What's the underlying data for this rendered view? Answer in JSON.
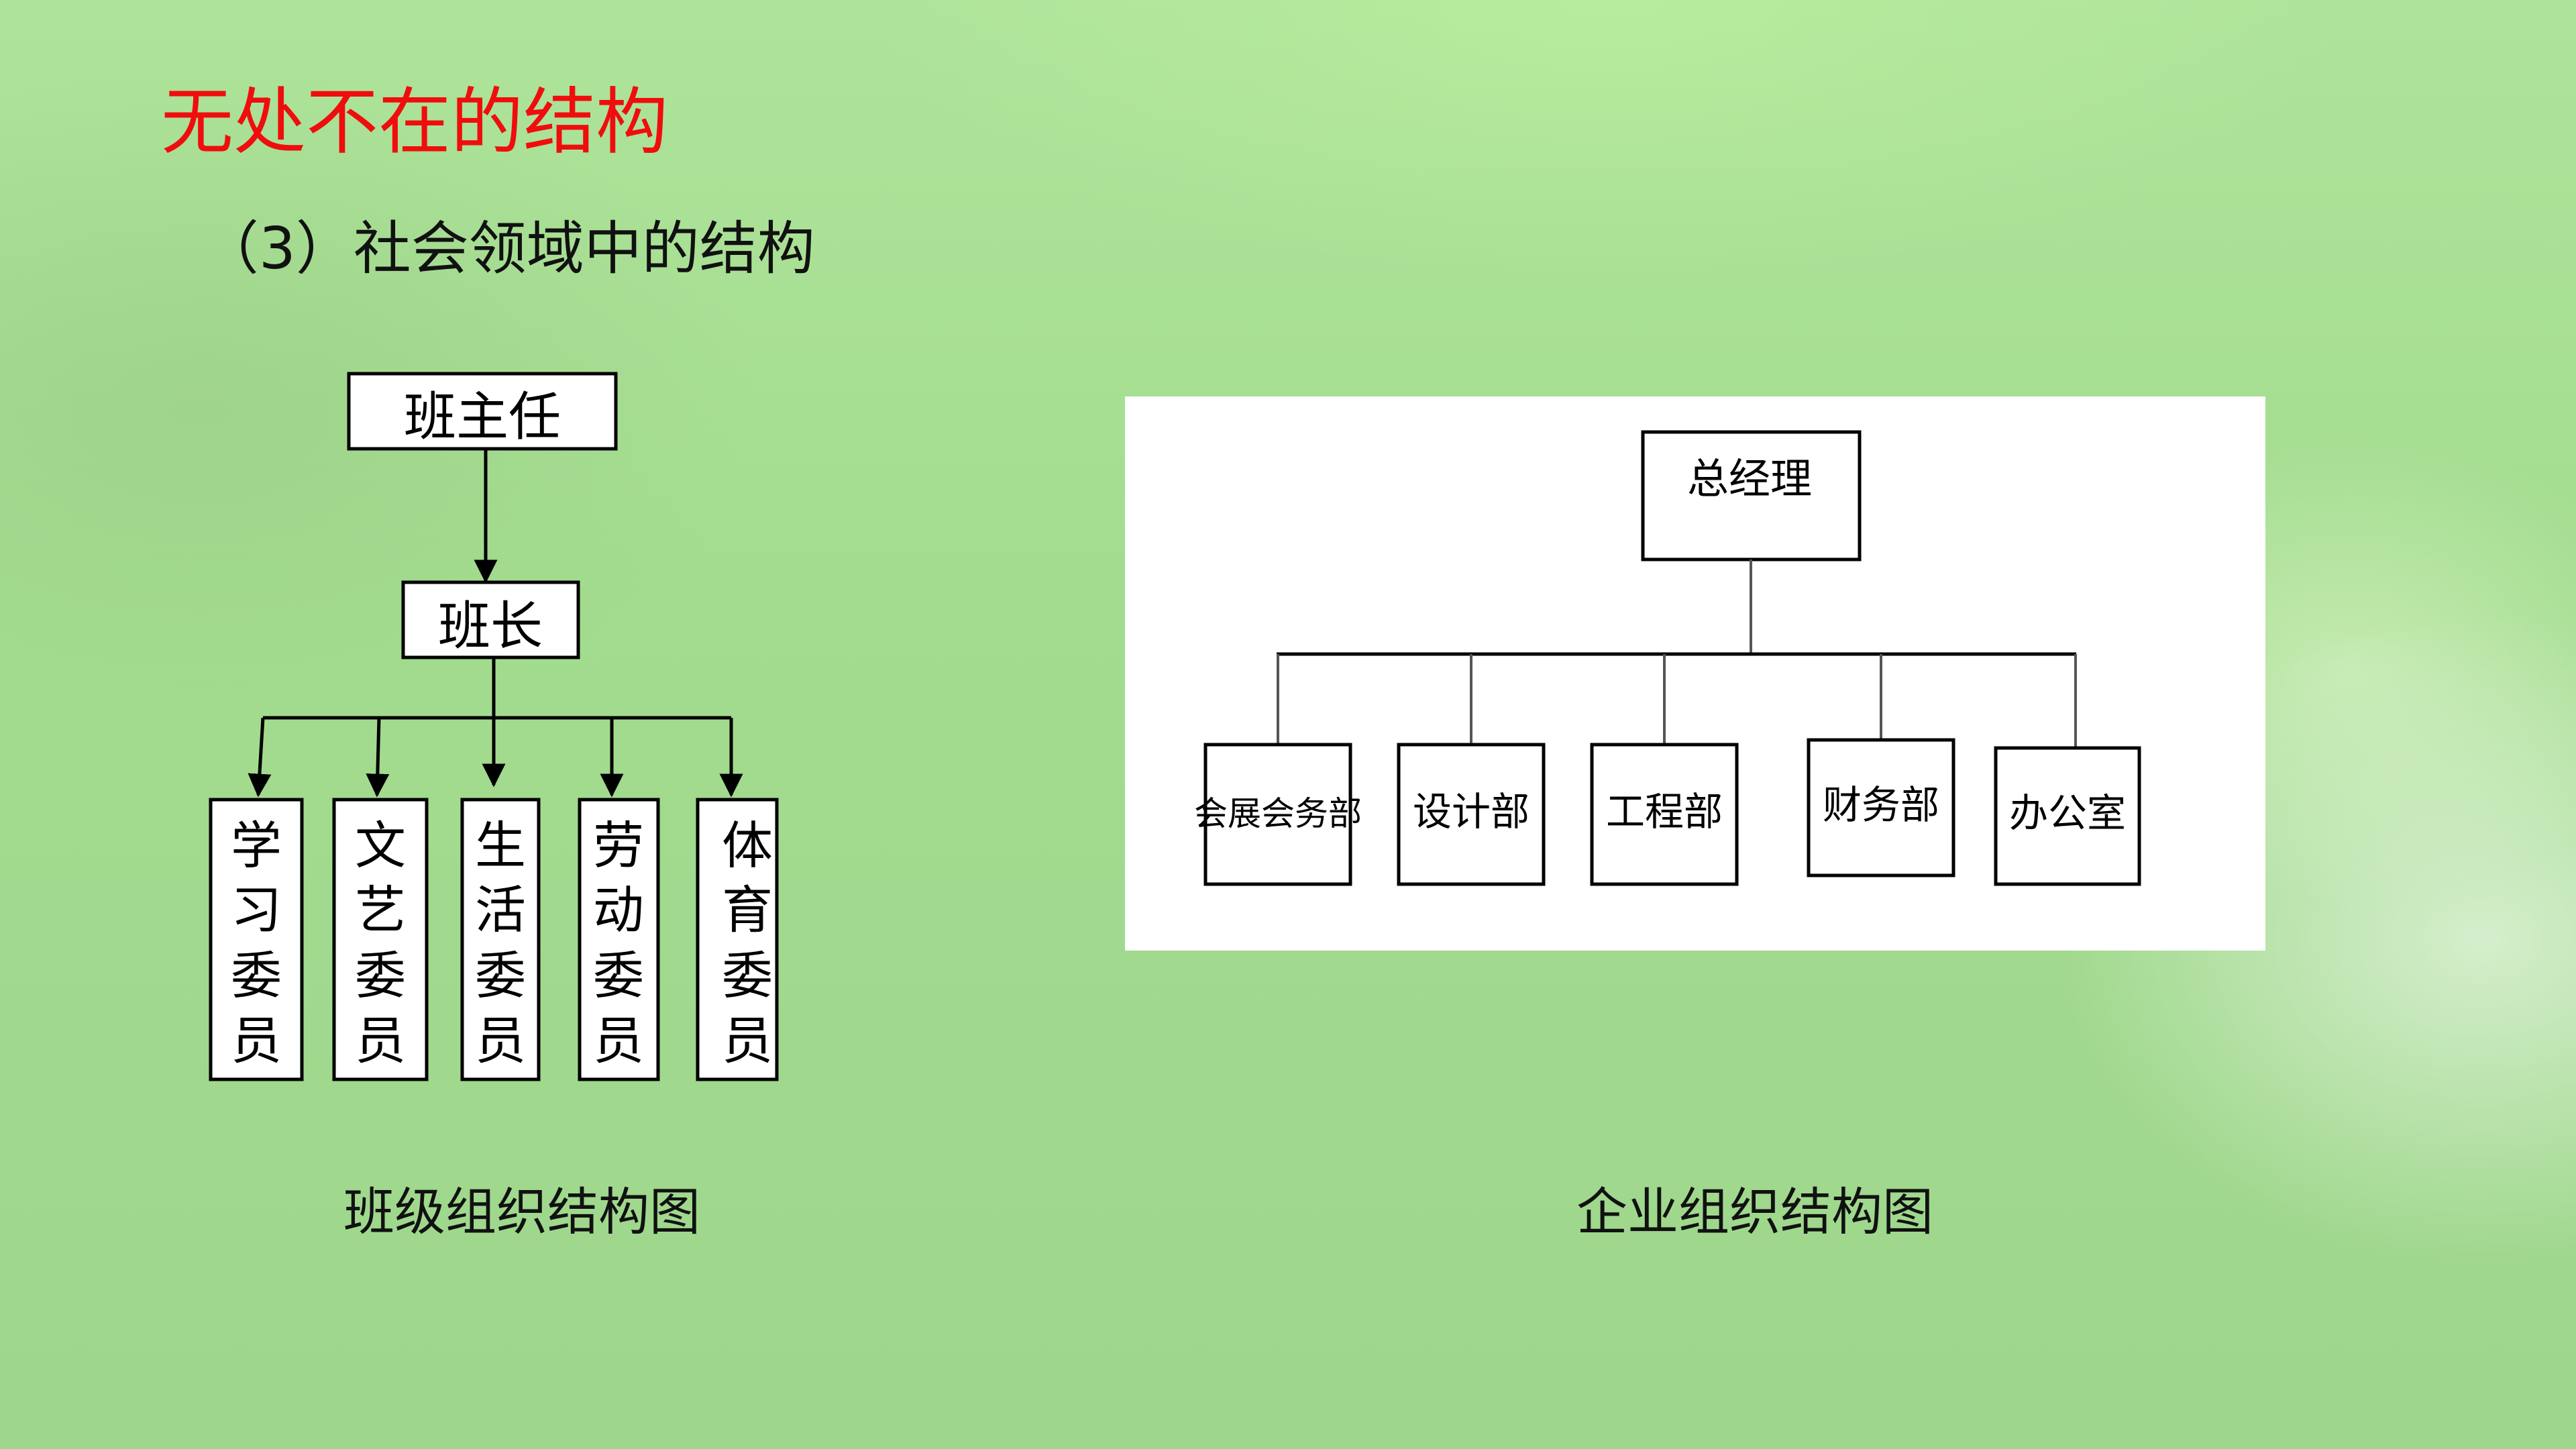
{
  "slide": {
    "title": "无处不在的结构",
    "subtitle": "（3）社会领域中的结构"
  },
  "class_chart": {
    "caption": "班级组织结构图",
    "root": "班主任",
    "level1": "班长",
    "members": [
      {
        "chars": [
          "学",
          "习",
          "委",
          "员"
        ]
      },
      {
        "chars": [
          "文",
          "艺",
          "委",
          "员"
        ]
      },
      {
        "chars": [
          "生",
          "活",
          "委",
          "员"
        ]
      },
      {
        "chars": [
          "劳",
          "动",
          "委",
          "员"
        ]
      },
      {
        "chars": [
          "体",
          "育",
          "委",
          "员"
        ]
      }
    ]
  },
  "company_chart": {
    "caption": "企业组织结构图",
    "root": "总经理",
    "departments": [
      "会展会务部",
      "设计部",
      "工程部",
      "财务部",
      "办公室"
    ]
  }
}
